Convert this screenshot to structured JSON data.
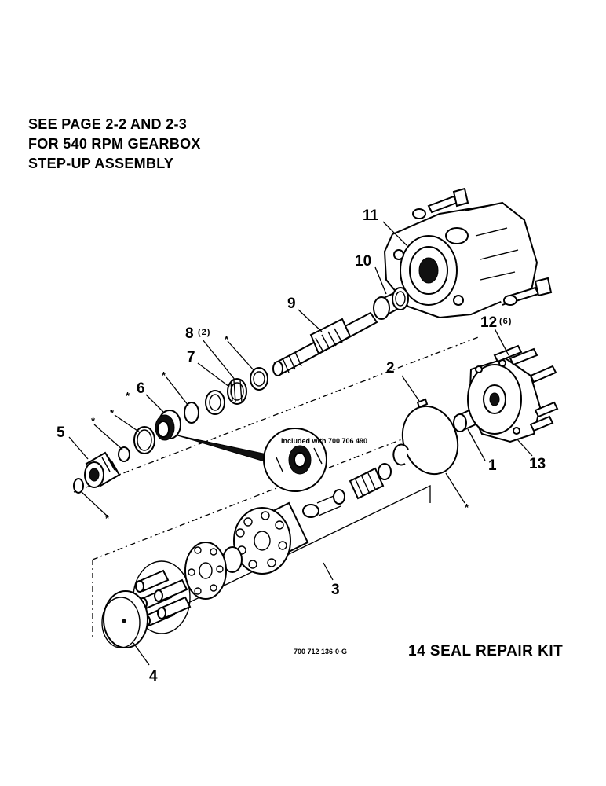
{
  "note": {
    "lines": [
      "SEE PAGE 2-2 AND 2-3",
      "FOR 540 RPM GEARBOX",
      "STEP-UP ASSEMBLY"
    ]
  },
  "callouts": {
    "c1": "1",
    "c2": "2",
    "c3": "3",
    "c4": "4",
    "c5": "5",
    "c6": "6",
    "c7": "7",
    "c8": "8",
    "c8_qty": "(2)",
    "c9": "9",
    "c10": "10",
    "c11": "11",
    "c12": "12",
    "c12_qty": "(6)",
    "c13": "13"
  },
  "seal_marker": "*",
  "inset_label": "Included with  700 706 490",
  "drawing_number": "700 712 136-0-G",
  "kit_note": "14 SEAL REPAIR KIT"
}
